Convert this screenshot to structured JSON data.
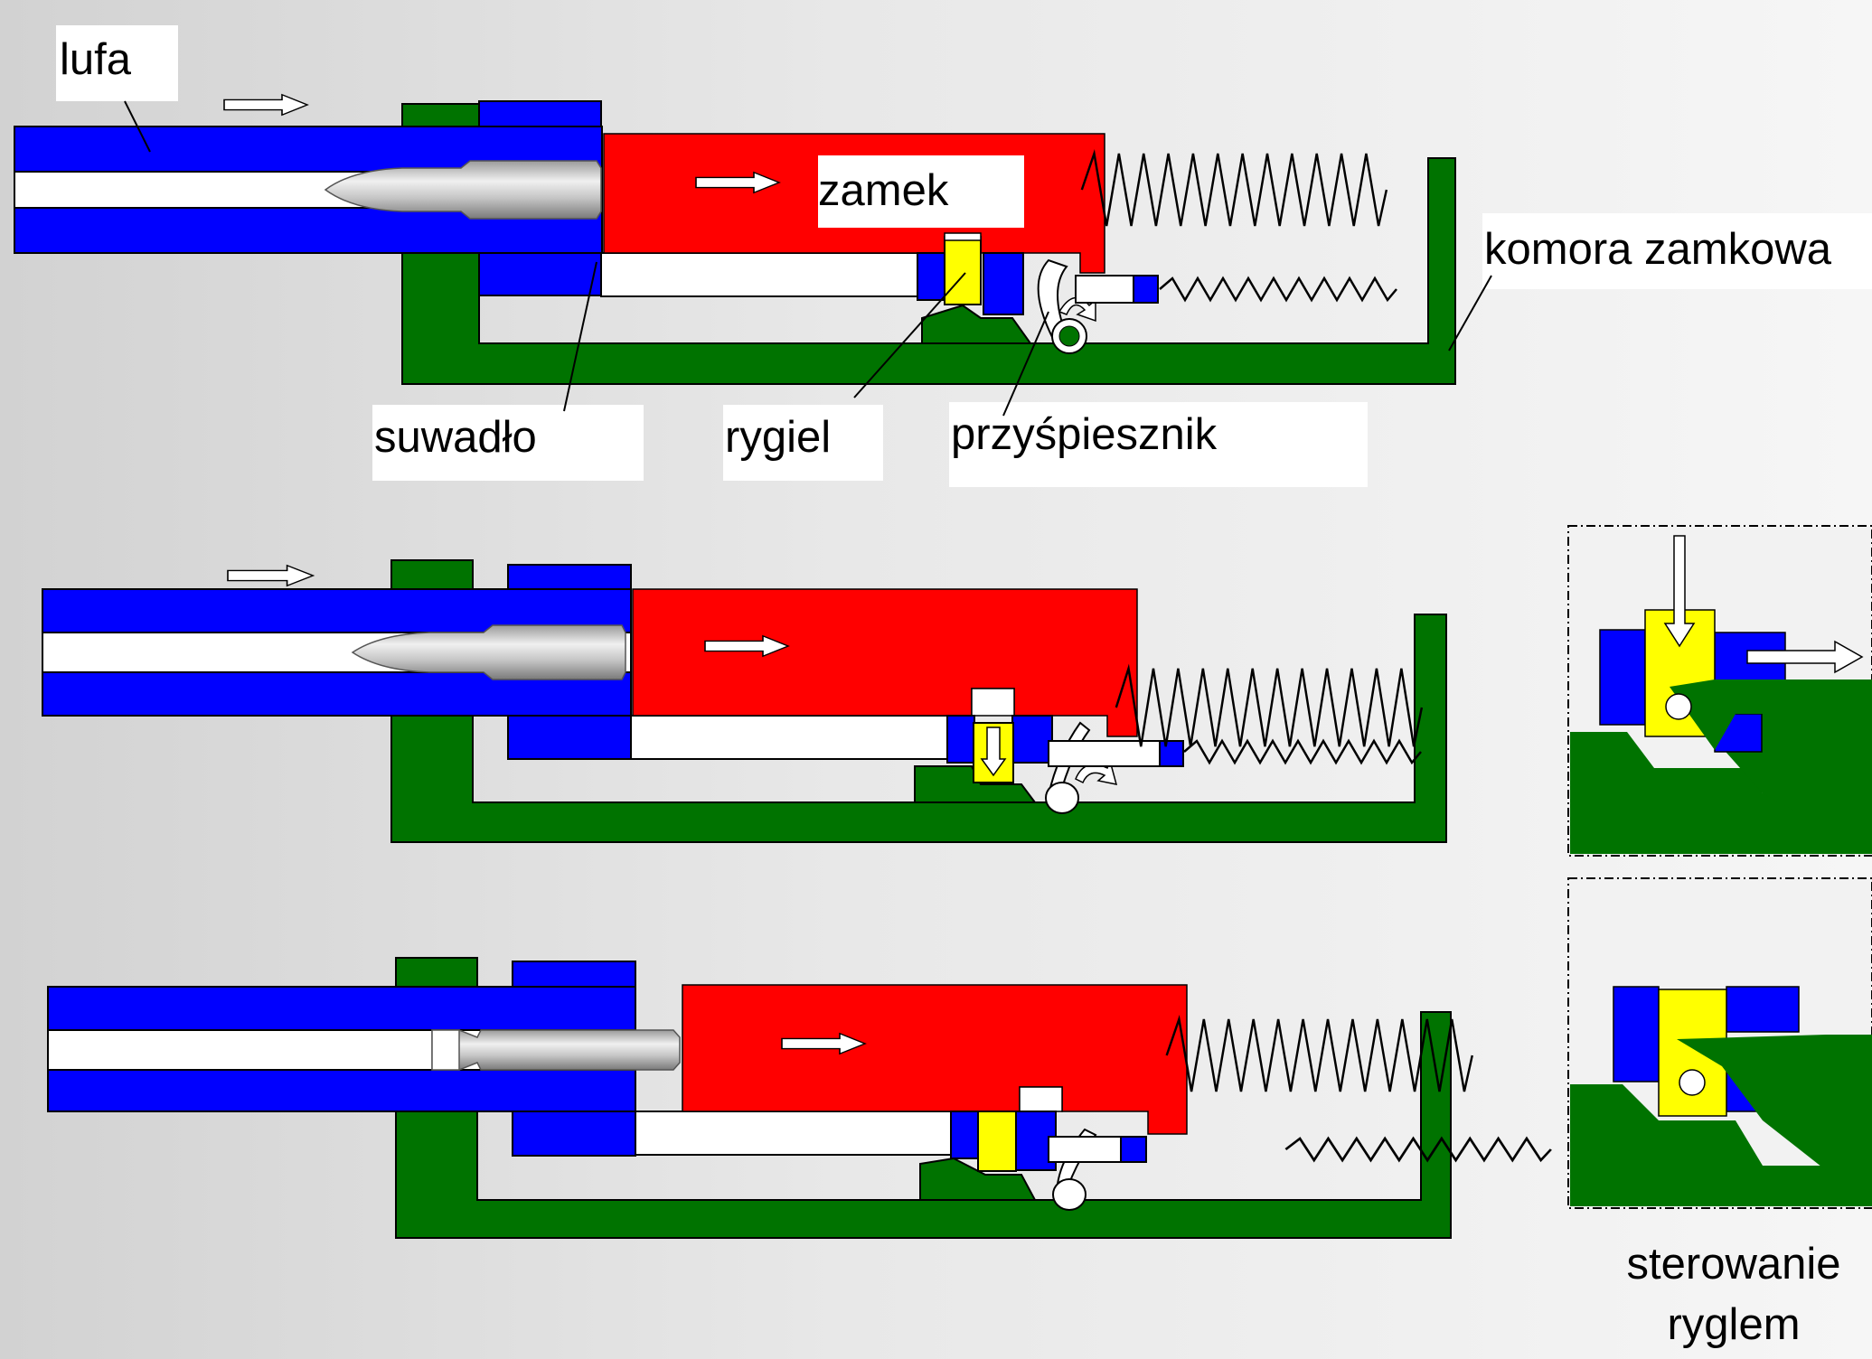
{
  "labels": {
    "lufa": "lufa",
    "zamek": "zamek",
    "komora_zamkowa": "komora zamkowa",
    "suwadlo": "suwadło",
    "rygiel": "rygiel",
    "przyspiesznik": "przyśpiesznik",
    "sterowanie_line1": "sterowanie",
    "sterowanie_line2": "ryglem"
  },
  "colors": {
    "barrel": "#0000ff",
    "bolt": "#ff0000",
    "receiver": "#007300",
    "lock": "#ffff00",
    "bore": "#ffffff",
    "label_box": "#ffffff"
  },
  "icons": [
    "motion-arrow-icon",
    "rotation-arrow-icon",
    "spring-icon",
    "cartridge-icon"
  ]
}
